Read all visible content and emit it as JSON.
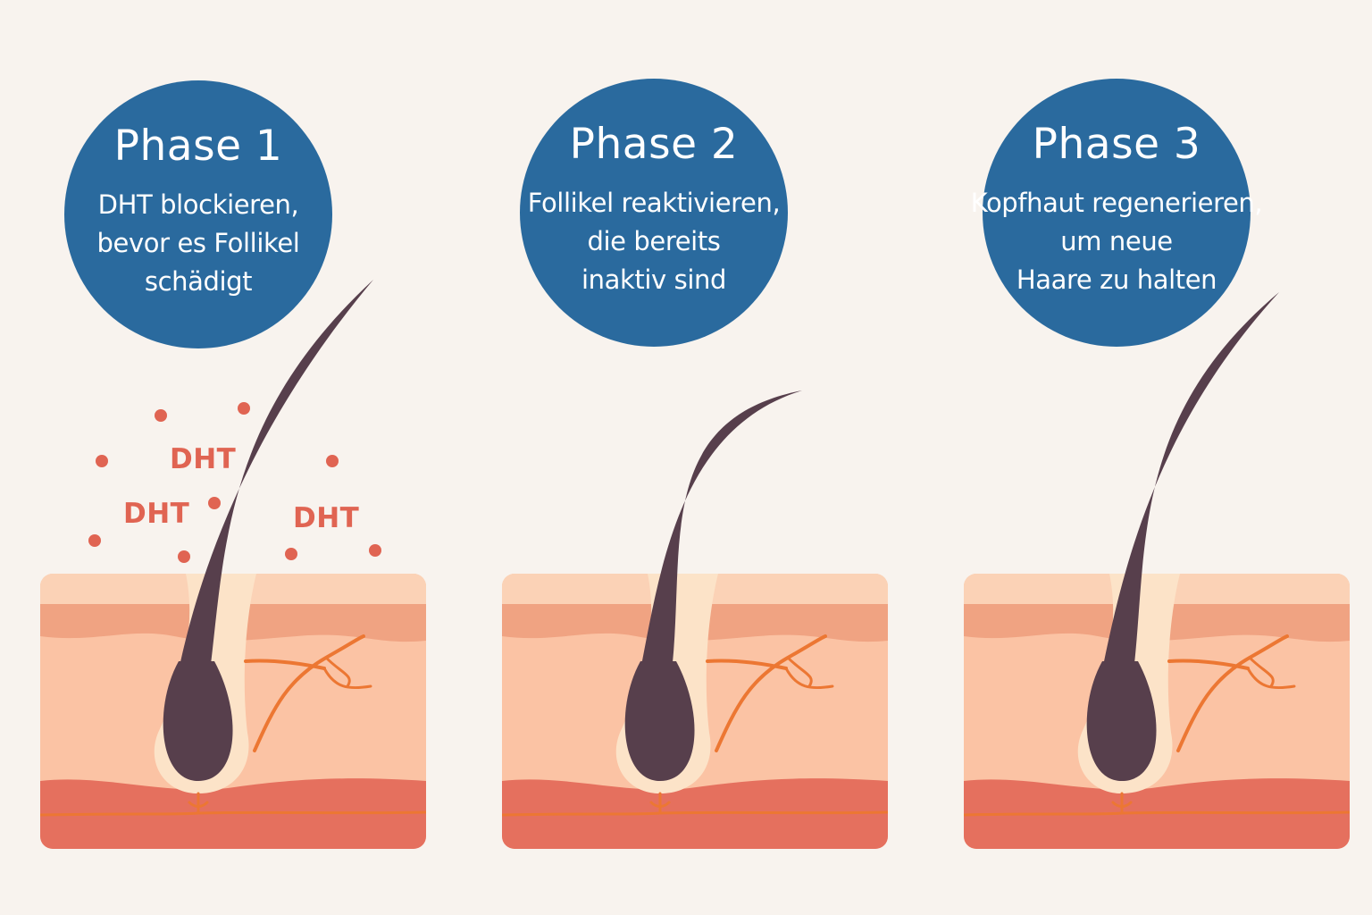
{
  "phases": [
    {
      "title": "Phase 1",
      "description": [
        "DHT blockieren,",
        "bevor es Follikel",
        "schädigt"
      ]
    },
    {
      "title": "Phase 2",
      "description": [
        "Follikel reaktivieren,",
        "die bereits",
        "inaktiv sind"
      ]
    },
    {
      "title": "Phase 3",
      "description": [
        "Kopfhaut regenerieren,",
        "um neue",
        "Haare zu halten"
      ]
    }
  ],
  "dht_labels": [
    "DHT",
    "DHT",
    "DHT"
  ],
  "colors": {
    "background": "#f8f3ee",
    "bubble": "#2a6a9e",
    "bubble_text": "#ffffff",
    "dht": "#e06452",
    "hair": "#573f4c",
    "epidermis_top": "#fbd2b6",
    "epidermis_band": "#f0a382",
    "dermis": "#fbc3a4",
    "subcutis": "#e5705e",
    "vessel": "#ec7733",
    "sheath": "#fce3c8"
  },
  "icons": [
    "hair-follicle-icon",
    "blood-vessel-icon",
    "dht-particle-icon"
  ]
}
